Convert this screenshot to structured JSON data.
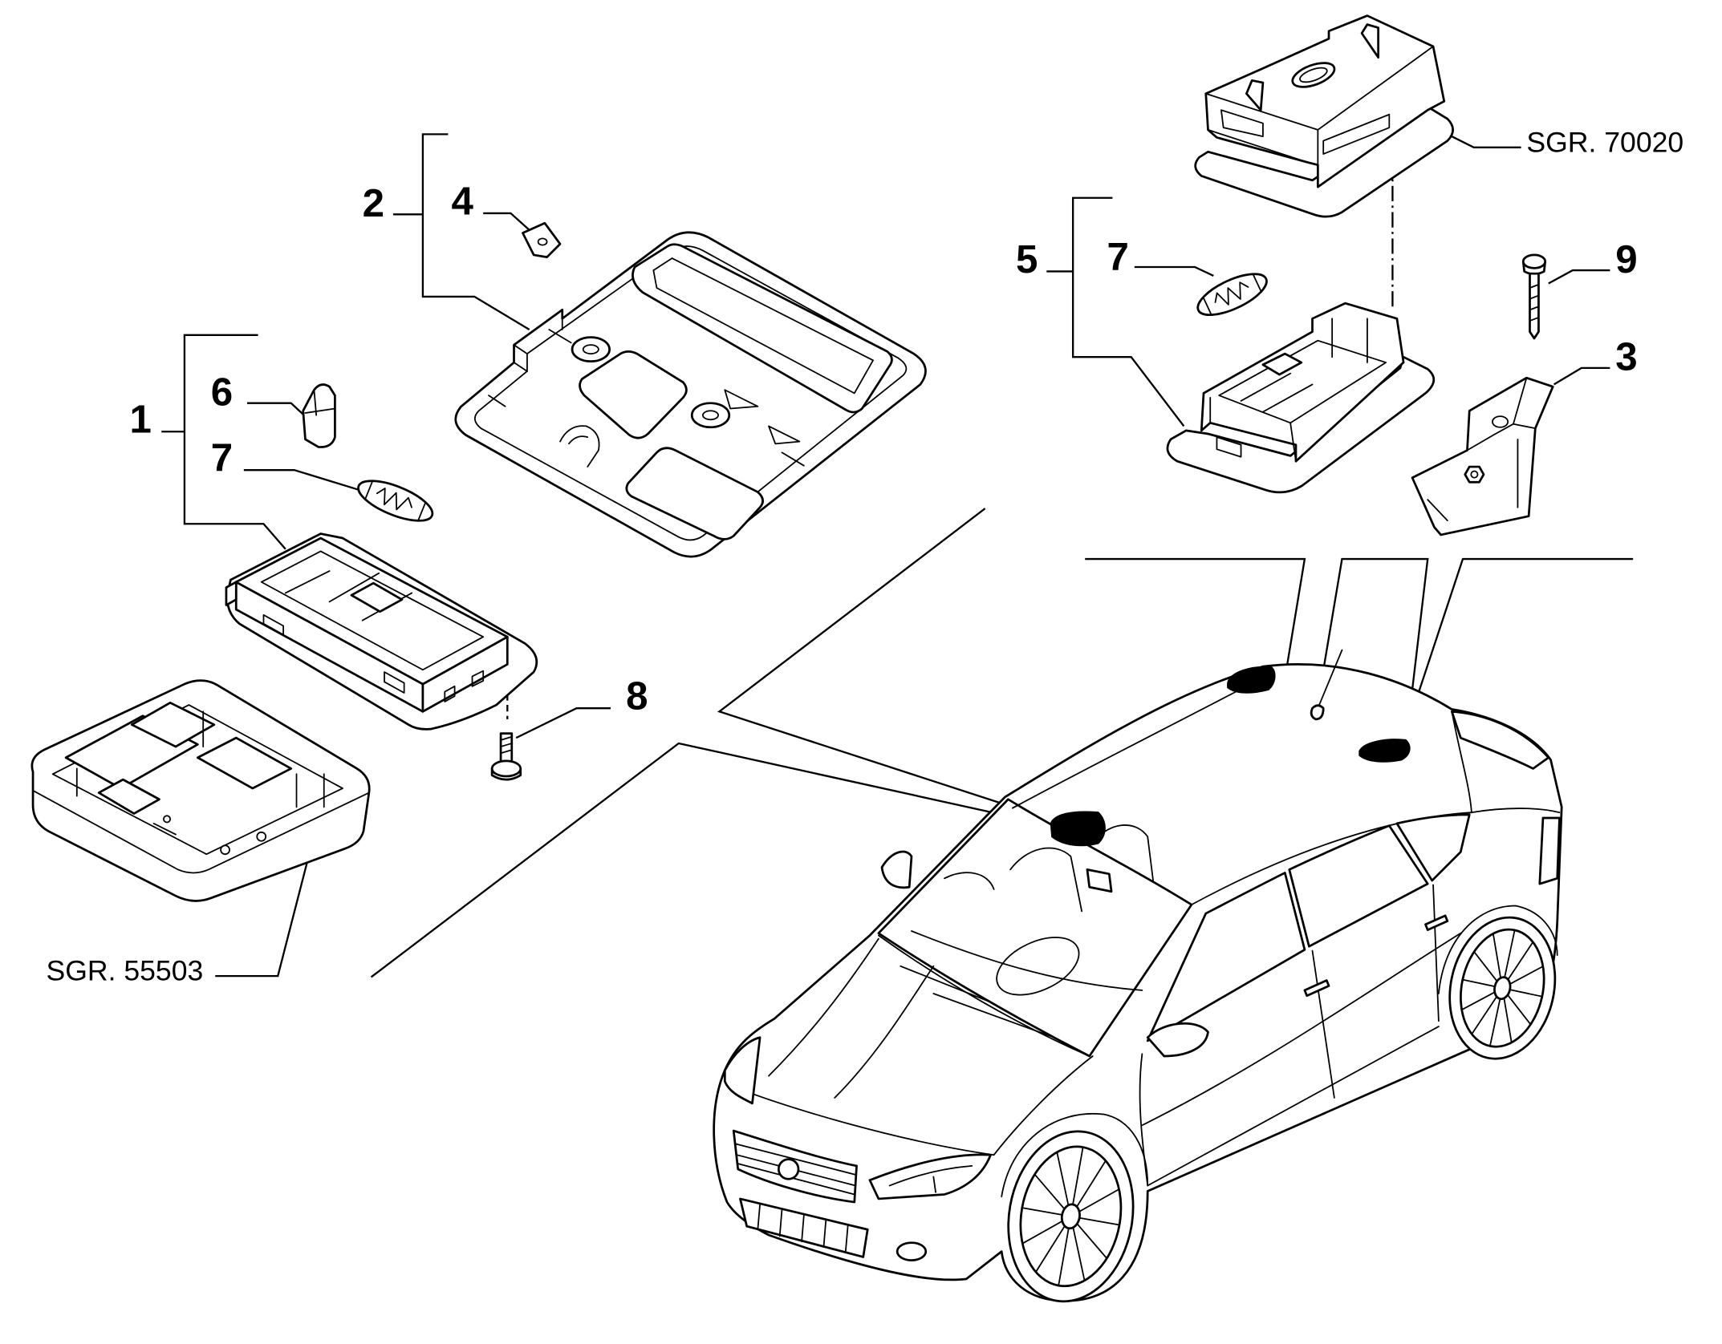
{
  "callouts": [
    {
      "label": "1"
    },
    {
      "label": "2"
    },
    {
      "label": "3"
    },
    {
      "label": "4"
    },
    {
      "label": "5"
    },
    {
      "label": "6"
    },
    {
      "label": "7"
    },
    {
      "label": "7"
    },
    {
      "label": "8"
    },
    {
      "label": "9"
    }
  ],
  "references": {
    "upper": "SGR. 70020",
    "lower": "SGR. 55503"
  },
  "colors": {
    "ink": "#000000",
    "paper": "#ffffff"
  }
}
